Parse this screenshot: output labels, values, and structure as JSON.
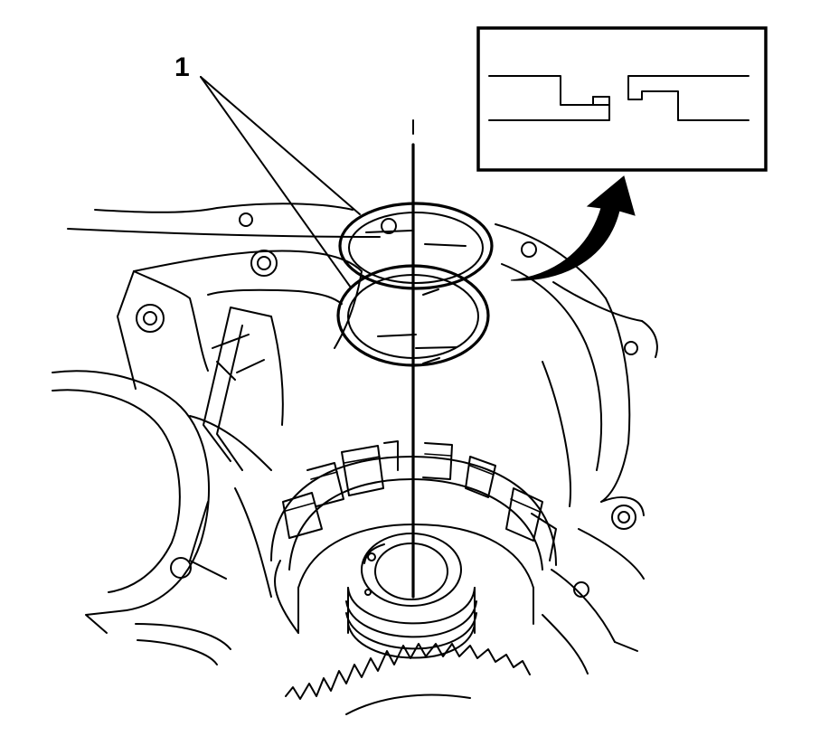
{
  "diagram": {
    "callout_number": "1",
    "detail_inset": "ring-gap-step-detail",
    "parts": [
      "seal-ring-upper",
      "seal-ring-lower",
      "clutch-drum",
      "shaft-hub",
      "ring-gear",
      "transmission-case"
    ]
  }
}
